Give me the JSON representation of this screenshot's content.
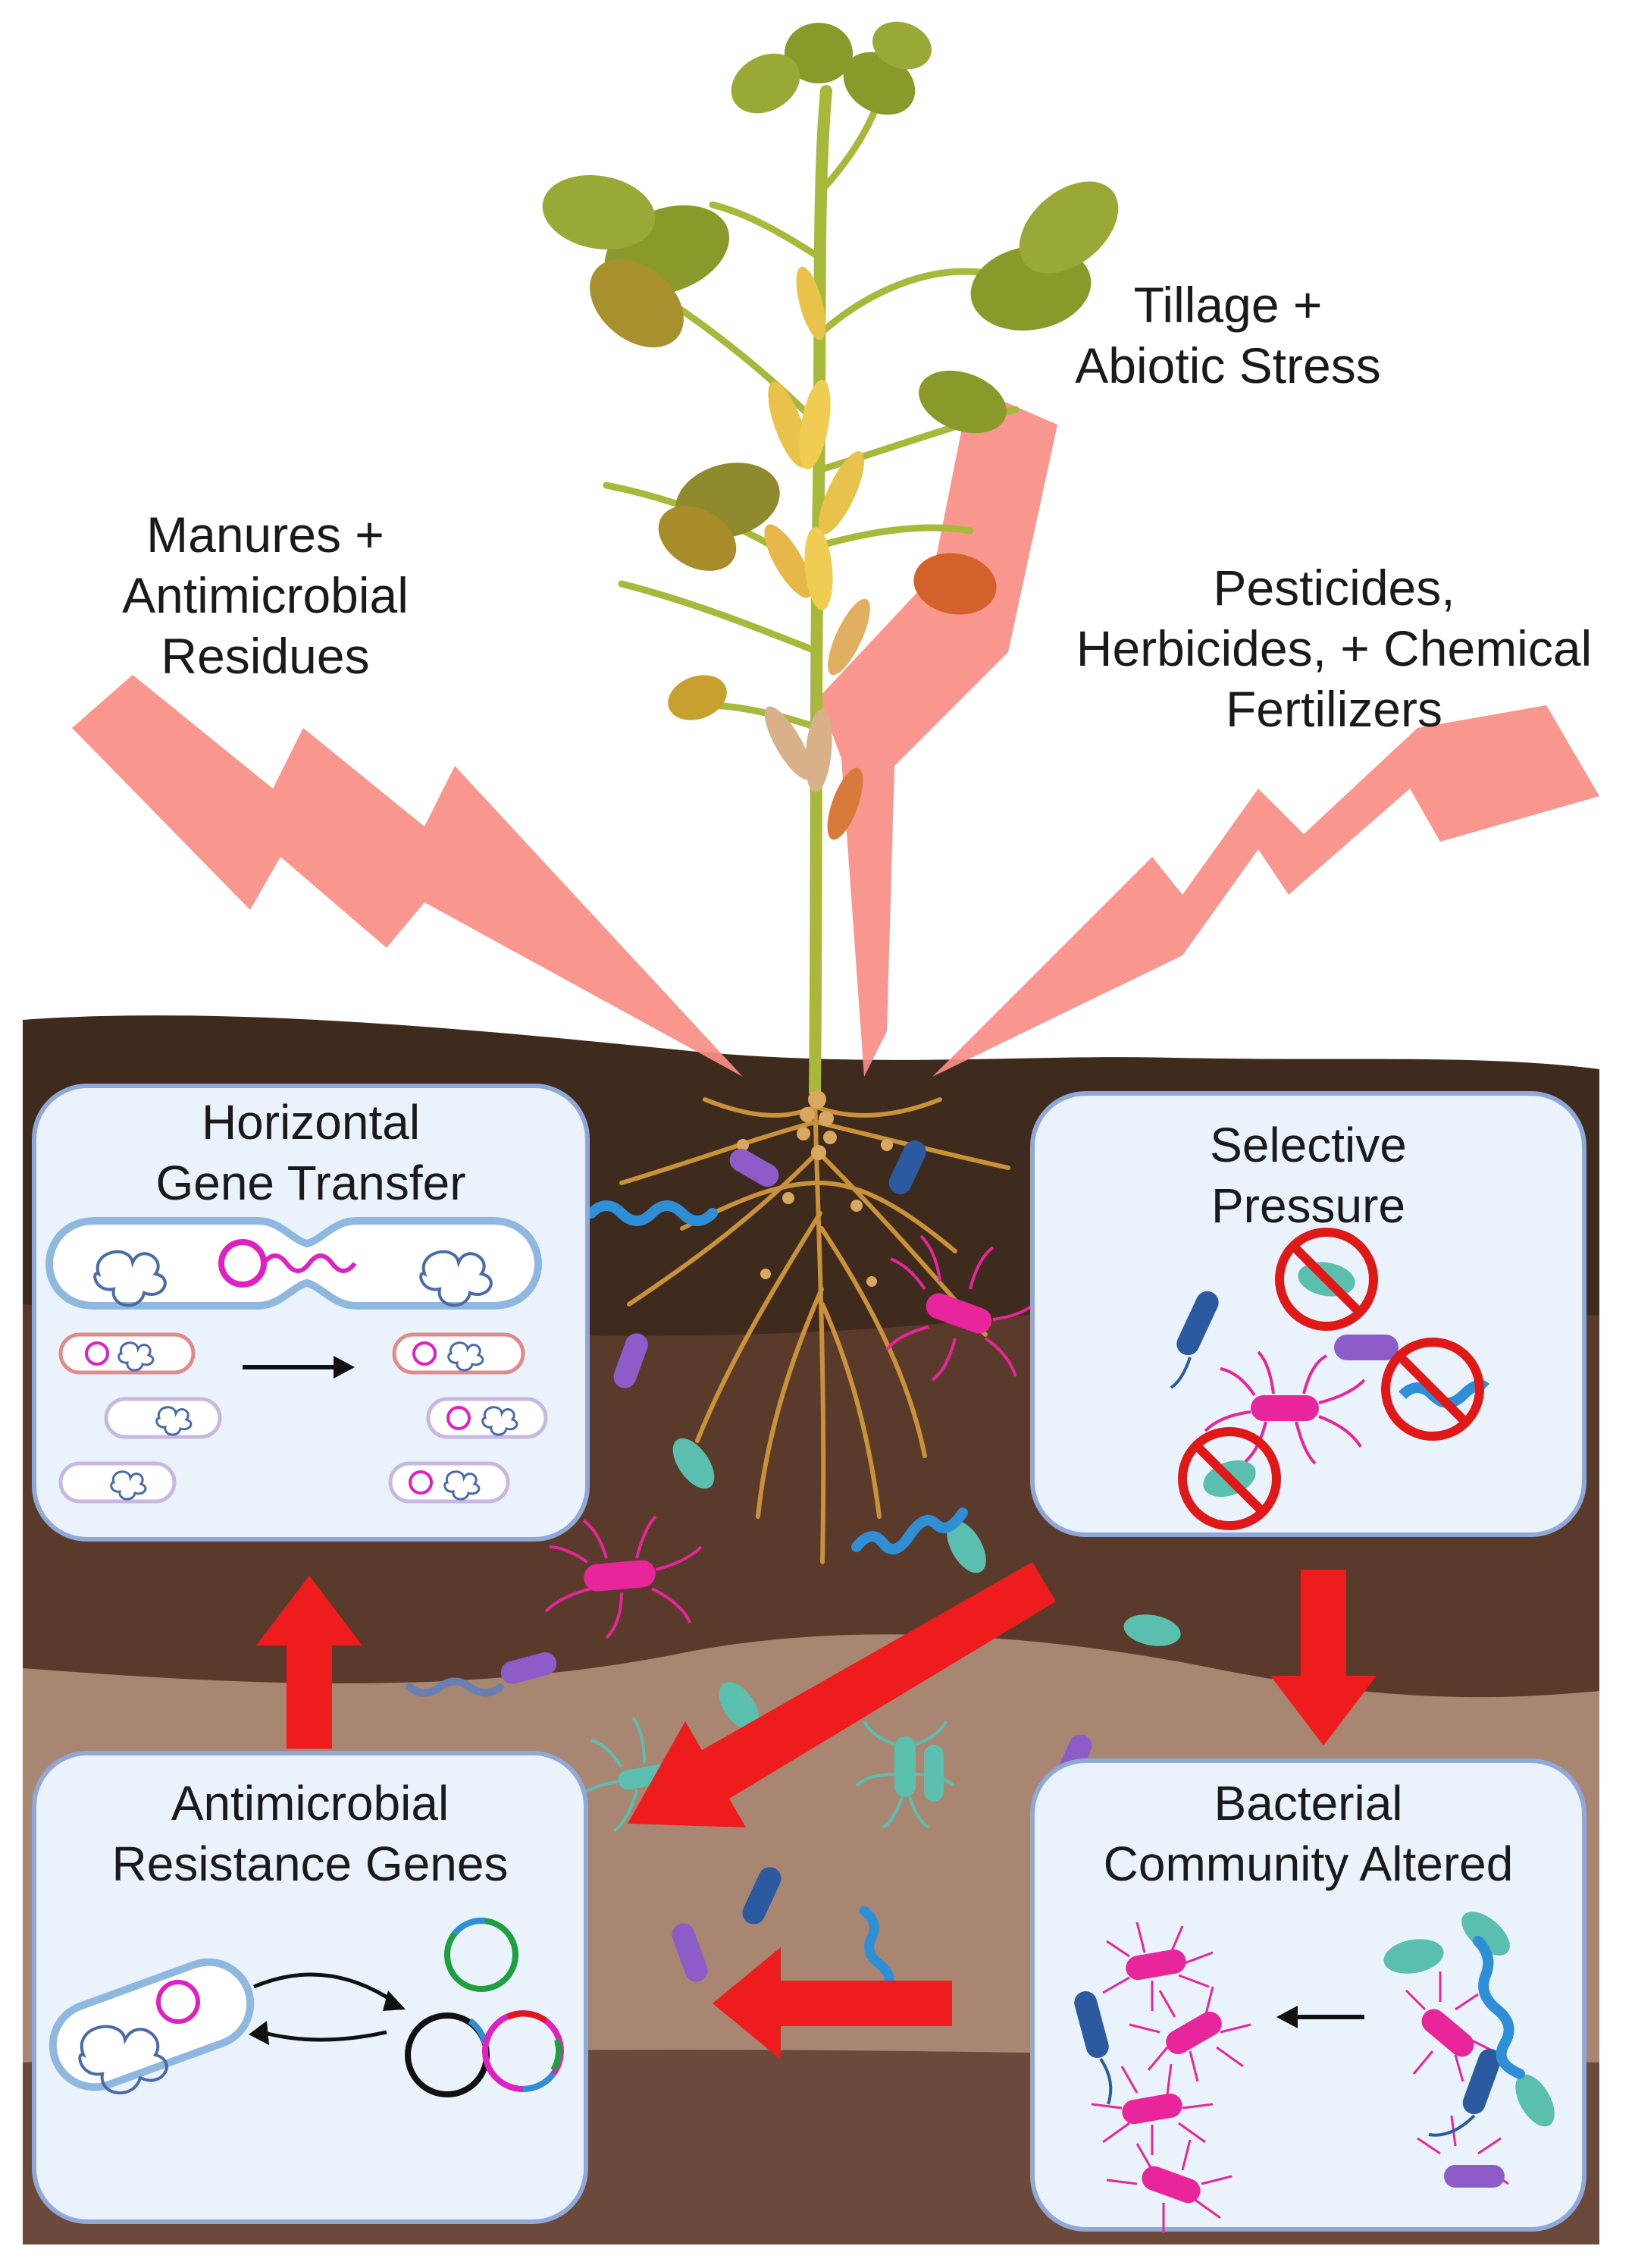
{
  "stressors": {
    "manures": [
      "Manures +",
      "Antimicrobial",
      "Residues"
    ],
    "tillage": [
      "Tillage +",
      "Abiotic Stress"
    ],
    "chemicals": [
      "Pesticides,",
      "Herbicides, + Chemical",
      "Fertilizers"
    ]
  },
  "panels": {
    "hgt": {
      "title": [
        "Horizontal",
        "Gene Transfer"
      ]
    },
    "selective": {
      "title": [
        "Selective",
        "Pressure"
      ]
    },
    "amr": {
      "title": [
        "Antimicrobial",
        "Resistance Genes"
      ]
    },
    "community": {
      "title": [
        "Bacterial",
        "Community Altered"
      ]
    }
  },
  "colors": {
    "soil_top": "#3f2a1e",
    "soil_mid": "#5a3b2b",
    "soil_light": "#a88672",
    "soil_bottom": "#6b4a3b",
    "lightning": "#f98e86",
    "arrow_red": "#ee1c1c",
    "panel_fill": "#eaf2fb",
    "panel_border": "#8fa8d8",
    "magenta": "#e8259a",
    "purple": "#8e5cc8",
    "blue": "#2f8fd6",
    "teal": "#5bbfb0",
    "navy": "#2c5aa0",
    "root": "#c8913a",
    "stem": "#a8b83a",
    "leaf": "#8a9a2a",
    "pod": "#e8c24a"
  }
}
